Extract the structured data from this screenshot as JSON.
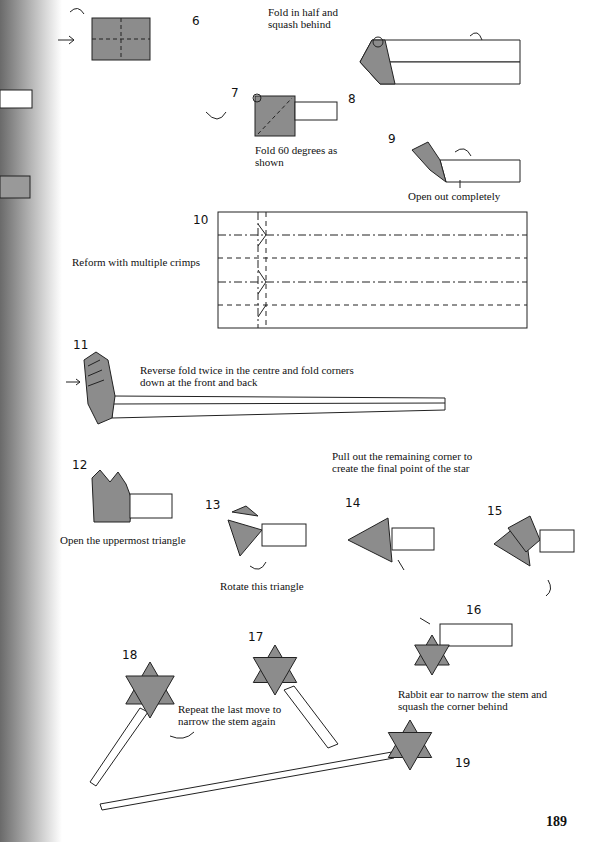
{
  "diagram": {
    "labels": [
      "6",
      "Fold in half and squash behind",
      "8",
      "7",
      "Fold 60 degrees as shown",
      "9",
      "Open out completely",
      "10",
      "Reform with multiple crimps",
      "11",
      "Reverse fold twice in the centre and fold corners down at the front and back",
      "Pull out the remaining corner to create the final point of the star",
      "12",
      "13",
      "14",
      "15",
      "Open the uppermost triangle",
      "Rotate this triangle",
      "16",
      "18",
      "17",
      "Rabbit ear to narrow the stem and squash the corner behind",
      "Repeat the last move to narrow the stem again",
      "19",
      "189"
    ]
  }
}
